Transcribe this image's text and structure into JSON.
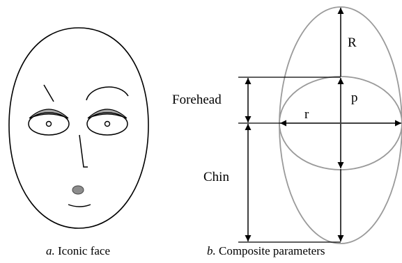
{
  "panel_a": {
    "caption_letter": "a.",
    "caption_text": " Iconic face"
  },
  "panel_b": {
    "caption_letter": "b.",
    "caption_text": " Composite parameters",
    "labels": {
      "R": "R",
      "p": "p",
      "r": "r",
      "forehead": "Forehead",
      "chin": "Chin"
    }
  },
  "colors": {
    "outline": "#000000",
    "ellipse": "#9a9a9a",
    "eye_shade": "#a8a8a8",
    "nose": "#8c8c8c"
  }
}
